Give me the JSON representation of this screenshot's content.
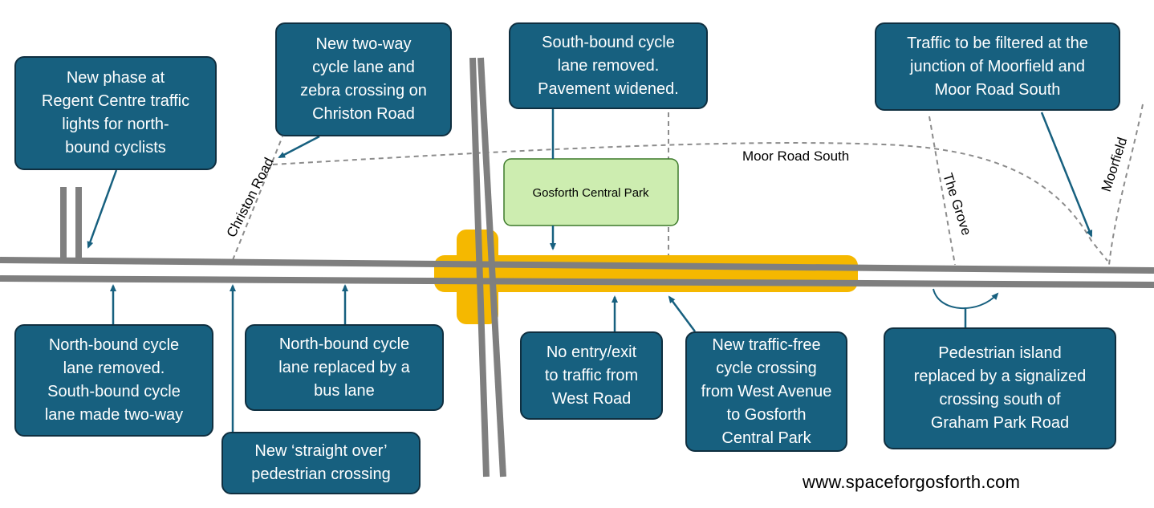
{
  "map": {
    "roads": {
      "christon_road": "Christon Road",
      "moor_road_south": "Moor Road South",
      "the_grove": "The Grove",
      "moorfield": "Moorfield"
    },
    "park": "Gosforth Central Park",
    "colors": {
      "callout_fill": "#17607F",
      "callout_border": "#0f2f40",
      "road": "#7f7f7f",
      "highlight": "#F5B800",
      "park_fill": "#CDEDB0",
      "park_border": "#3d7a2a",
      "arrow": "#17607F",
      "dashed_road": "#8c8c8c"
    }
  },
  "callouts": {
    "regent_centre": "New phase at\nRegent Centre traffic\nlights for north-\nbound cyclists",
    "christon_cycle_lane": "New two-way\ncycle lane and\nzebra crossing on\nChriston Road",
    "southbound_removed": "South-bound cycle\nlane removed.\nPavement widened.",
    "traffic_filtered": "Traffic to be filtered at the\njunction of Moorfield and\nMoor Road South",
    "northbound_removed": "North-bound cycle\nlane removed.\nSouth-bound cycle\nlane made two-way",
    "straight_over": "New ‘straight over’\npedestrian crossing",
    "bus_lane": "North-bound cycle\nlane replaced by a\nbus lane",
    "no_entry": "No entry/exit\nto traffic from\nWest Road",
    "traffic_free": "New traffic-free\ncycle crossing\nfrom West Avenue\nto Gosforth\nCentral Park",
    "pedestrian_island": "Pedestrian island\nreplaced by a signalized\ncrossing south of\nGraham Park Road"
  },
  "website": "www.spaceforgosforth.com"
}
